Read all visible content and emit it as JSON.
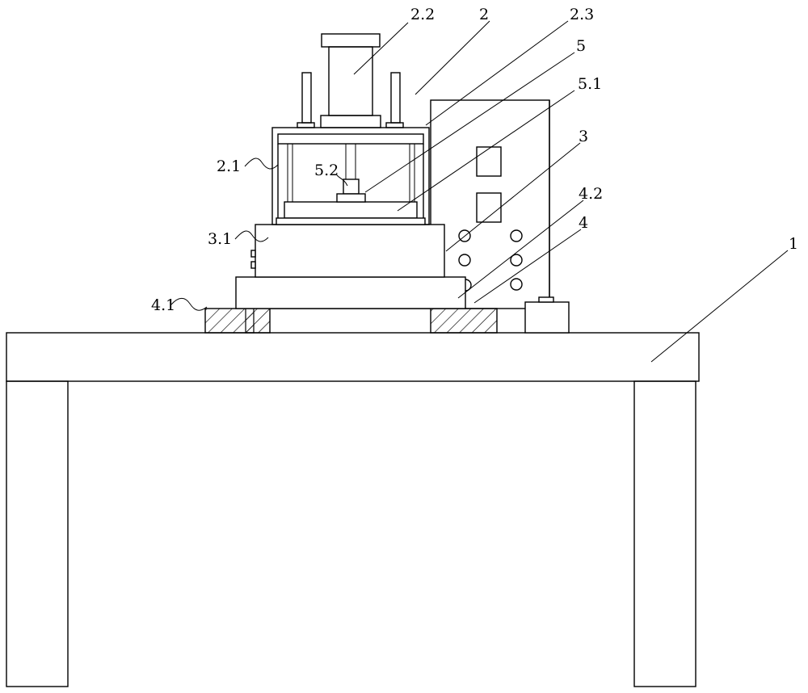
{
  "labels": {
    "l_2_2": "2.2",
    "l_2": "2",
    "l_2_3": "2.3",
    "l_5": "5",
    "l_5_1": "5.1",
    "l_3": "3",
    "l_2_1": "2.1",
    "l_5_2": "5.2",
    "l_4_2": "4.2",
    "l_4": "4",
    "l_1": "1",
    "l_3_1": "3.1",
    "l_4_1": "4.1"
  }
}
